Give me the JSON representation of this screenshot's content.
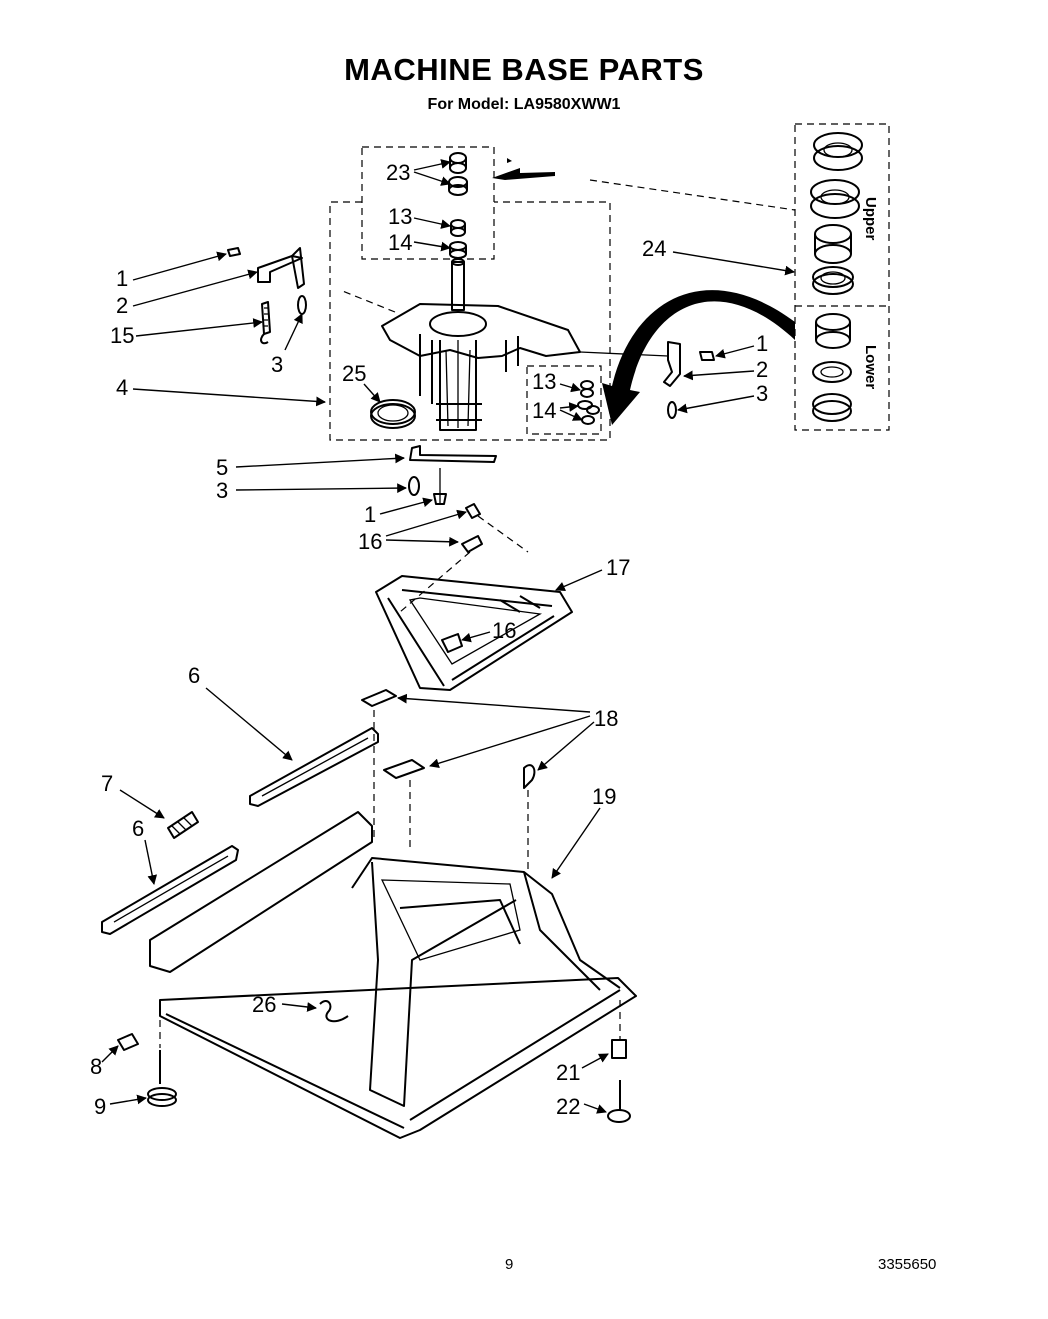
{
  "header": {
    "title": "MACHINE BASE PARTS",
    "subtitle": "For Model: LA9580XWW1"
  },
  "footer": {
    "page_number": "9",
    "document_number": "3355650"
  },
  "inset": {
    "upper_label": "Upper",
    "lower_label": "Lower"
  },
  "callouts": {
    "c23": "23",
    "c13a": "13",
    "c14a": "14",
    "c24": "24",
    "c1a": "1",
    "c2a": "2",
    "c15": "15",
    "c3a": "3",
    "c4": "4",
    "c25": "25",
    "c1b": "1",
    "c2b": "2",
    "c3b": "3",
    "c13b": "13",
    "c14b": "14",
    "c5": "5",
    "c3c": "3",
    "c1c": "1",
    "c16a": "16",
    "c17": "17",
    "c16b": "16",
    "c6a": "6",
    "c18": "18",
    "c7": "7",
    "c6b": "6",
    "c19": "19",
    "c26": "26",
    "c8": "8",
    "c9": "9",
    "c21": "21",
    "c22": "22"
  }
}
